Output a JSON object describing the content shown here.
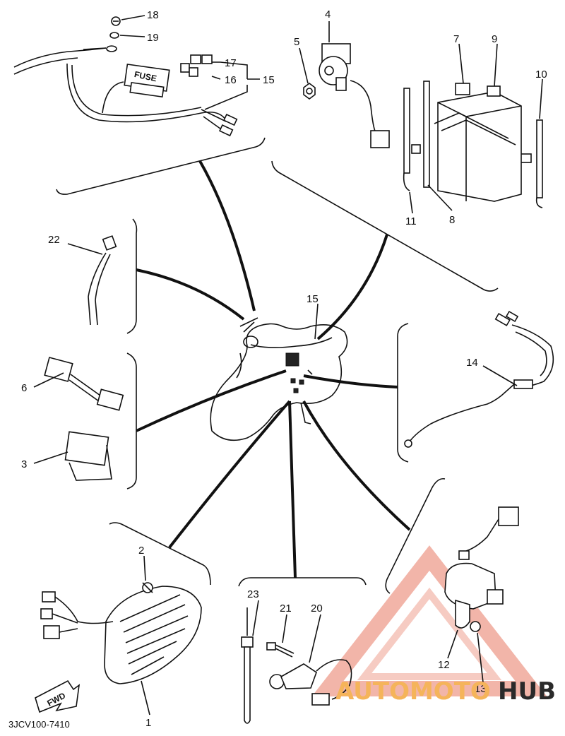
{
  "diagram_code": "3JCV100-7410",
  "fwd_label": "FWD",
  "fuse_label": "FUSE",
  "watermark": {
    "part1": "AUTOMOTO",
    "part2": "HUB",
    "color_primary": "#f0a89a",
    "color_secondary": "#f5b45a",
    "color_dark": "#2a2a2a"
  },
  "callouts": {
    "c1": "1",
    "c2": "2",
    "c3": "3",
    "c4": "4",
    "c5": "5",
    "c6": "6",
    "c7": "7",
    "c8": "8",
    "c9": "9",
    "c10": "10",
    "c11": "11",
    "c12": "12",
    "c13": "13",
    "c14": "14",
    "c15_top": "15",
    "c15_center": "15",
    "c16": "16",
    "c17": "17",
    "c18": "18",
    "c19": "19",
    "c20": "20",
    "c21": "21",
    "c22": "22",
    "c23": "23"
  }
}
